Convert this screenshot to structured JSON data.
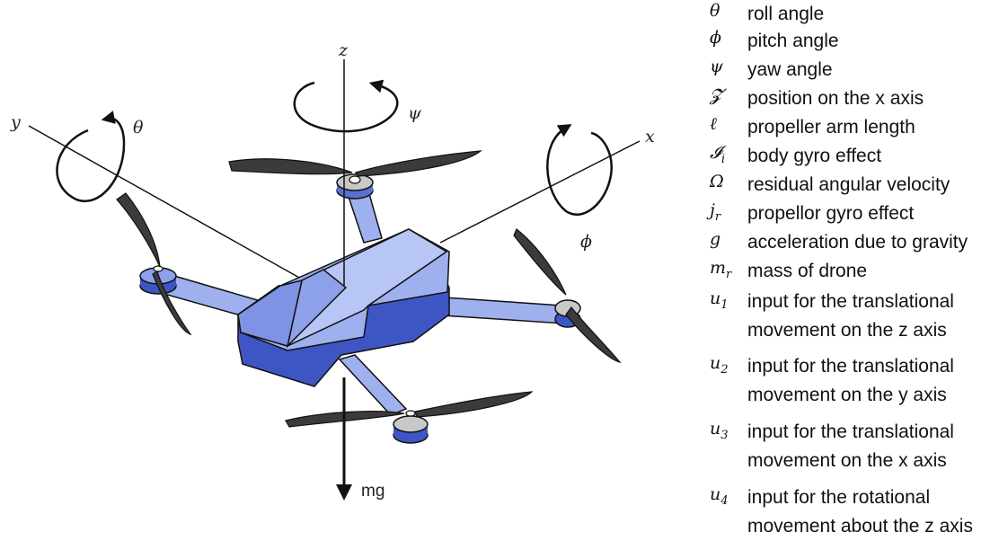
{
  "diagram": {
    "axis_z": "z",
    "axis_y": "y",
    "axis_x": "x",
    "roll_symbol": "θ",
    "pitch_symbol": "ϕ",
    "yaw_symbol": "ψ",
    "gravity_label": "mg"
  },
  "legend": [
    {
      "symbol": "θ",
      "sub": "",
      "text": "roll angle"
    },
    {
      "symbol": "ϕ",
      "sub": "",
      "text": "pitch angle"
    },
    {
      "symbol": "ψ",
      "sub": "",
      "text": "yaw angle"
    },
    {
      "symbol": "𝓩",
      "sub": "",
      "text": "position on the x axis"
    },
    {
      "symbol": "ℓ",
      "sub": "",
      "text": "propeller arm length"
    },
    {
      "symbol": "𝓘",
      "sub": "i",
      "text": "body gyro effect"
    },
    {
      "symbol": "Ω",
      "sub": "",
      "text": "residual angular velocity"
    },
    {
      "symbol": "j",
      "sub": "r",
      "text": "propellor gyro effect"
    },
    {
      "symbol": "g",
      "sub": "",
      "text": "acceleration due to gravity"
    },
    {
      "symbol": "m",
      "sub": "r",
      "text": "mass of drone"
    },
    {
      "symbol": "u",
      "sub": "1",
      "text": "input for the translational movement on the z axis"
    },
    {
      "symbol": "u",
      "sub": "2",
      "text": "input for the translational movement on the y axis"
    },
    {
      "symbol": "u",
      "sub": "3",
      "text": "input for the translational movement on the x axis"
    },
    {
      "symbol": "u",
      "sub": "4",
      "text": "input for the rotational movement about the z axis"
    }
  ]
}
